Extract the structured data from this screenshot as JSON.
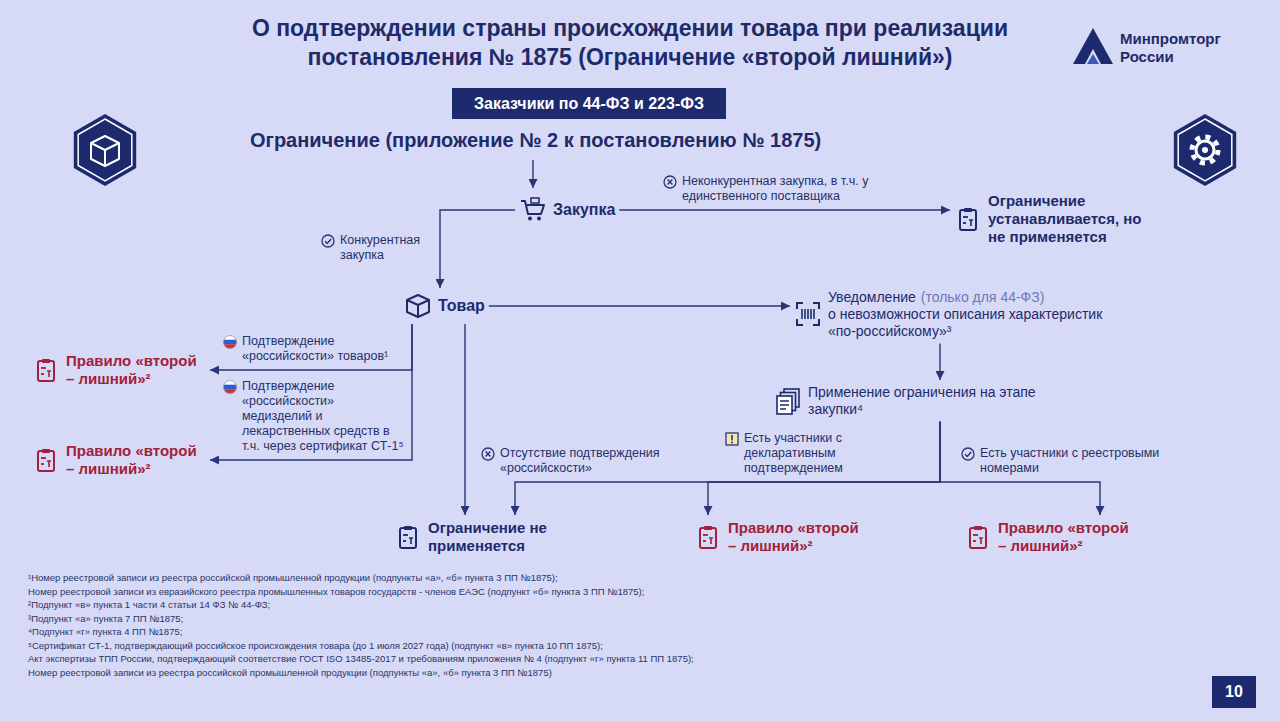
{
  "diagram": {
    "title": "О подтверждении страны происхождении товара при реализации постановления № 1875 (Ограничение «второй лишний»)",
    "nodes": [
      {
        "text": [
          "Заказчики по 44-ФЗ и 223-ФЗ"
        ]
      },
      {
        "text": [
          "Закупка"
        ]
      },
      {
        "text": [
          "Ограничение устанавливается, но не применяется"
        ]
      },
      {
        "text": [
          "Товар"
        ]
      },
      {
        "text": [
          "Правило «второй – лишний»²"
        ]
      },
      {
        "text": [
          "Правило «второй – лишний»²"
        ]
      },
      {
        "text": [
          "Уведомление",
          "(только для 44-ФЗ)",
          "о невозможности описания характеристик «по-российскому»³"
        ]
      },
      {
        "text": [
          "Применение ограничения на этапе закупки⁴"
        ]
      },
      {
        "text": [
          "Ограничение не применяется"
        ]
      },
      {
        "text": [
          "Правило «второй – лишний»²"
        ]
      },
      {
        "text": [
          "Правило «второй – лишний»²"
        ]
      }
    ],
    "edges": [
      {
        "from": 1,
        "to": 2,
        "arrow": "to",
        "label": "Неконкурентная закупка, в т.ч. у единственного поставщика"
      },
      {
        "from": 1,
        "to": 3,
        "arrow": "to",
        "label": "Конкурентная закупка"
      },
      {
        "from": 3,
        "to": 4,
        "arrow": "to",
        "label": "Подтверждение «российскости» товаров¹"
      },
      {
        "from": 3,
        "to": 5,
        "arrow": "to",
        "label": "Подтверждение «российскости» медизделий и лекарственных средств в т.ч. через сертификат СТ-1⁵"
      },
      {
        "from": 3,
        "to": 6,
        "arrow": "to"
      },
      {
        "from": 3,
        "to": 8,
        "arrow": "to"
      },
      {
        "from": 6,
        "to": 7,
        "arrow": "to"
      },
      {
        "from": 7,
        "to": 8,
        "arrow": "to",
        "label": "Отсутствие подтверждения «российскости»"
      },
      {
        "from": 7,
        "to": 9,
        "arrow": "to",
        "label": "Есть участники с декларативным подтверждением"
      },
      {
        "from": 7,
        "to": 10,
        "arrow": "to",
        "label": "Есть участники с реестровыми номерами"
      }
    ],
    "labels": [
      "Минпромторг России",
      "Ограничение (приложение № 2 к постановлению № 1875)",
      "¹Номер реестровой записи из реестра российской промышленной продукции (подпункты «а», «б» пункта 3 ПП №1875);",
      "Номер реестровой записи из евразийского реестра промышленных товаров государств - членов ЕАЭС (подпункт «б» пункта 3 ПП №1875);",
      "²Подпункт «в» пункта 1 части 4 статьи 14 ФЗ № 44-ФЗ;",
      "³Подпункт «а» пункта 7 ПП №1875;",
      "⁴Подпункт «г» пункта 4 ПП №1875;",
      "⁵Сертификат СТ-1, подтверждающий российское происхождения товара (до 1 июля 2027 года) (подпункт «в» пункта 10 ПП 1875);",
      "Акт экспертизы ТПП России, подтверждающий соответствие ГОСТ ISO 13485-2017 и требованиям приложения № 4 (подпункт «г» пункта 11 ПП 1875);",
      "Номер реестровой записи из реестра российской промышленной продукции (подпункты «а», «б» пункта 3 ПП №1875)",
      "10"
    ]
  }
}
